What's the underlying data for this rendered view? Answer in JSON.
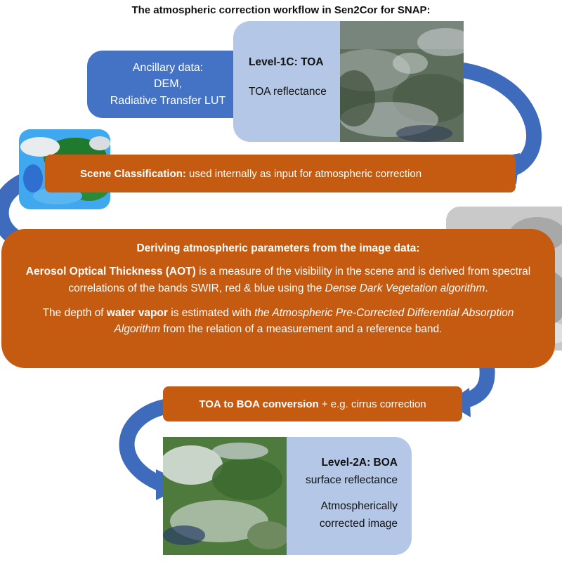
{
  "title": "The atmospheric correction workflow in Sen2Cor for SNAP:",
  "ancillary": {
    "line1": "Ancillary data:",
    "line2": "DEM,",
    "line3": "Radiative Transfer LUT"
  },
  "level1c": {
    "heading": "Level-1C: TOA",
    "text": "TOA reflectance"
  },
  "scene_classification": {
    "bold": "Scene Classification:",
    "rest": " used internally as input for atmospheric correction"
  },
  "deriving": {
    "heading": "Deriving atmospheric parameters from the image data:",
    "aot_bold": "Aerosol Optical Thickness (AOT)",
    "aot_text": " is a measure of the visibility in the scene and is derived from spectral correlations of the bands SWIR, red & blue using the ",
    "aot_italic": "Dense Dark Vegetation algorithm",
    "aot_end": ".",
    "wv_pre": "The depth of ",
    "wv_bold": "water vapor",
    "wv_mid": " is estimated with ",
    "wv_italic": "the Atmospheric Pre-Corrected Differential Absorption Algorithm",
    "wv_end": " from the relation of a measurement and a reference band."
  },
  "toa_boa": {
    "bold": "TOA to BOA conversion",
    "rest": " + e.g. cirrus correction"
  },
  "level2a": {
    "heading": "Level-2A: BOA",
    "text": "surface reflectance",
    "line1": "Atmospherically",
    "line2": "corrected image"
  },
  "colors": {
    "blue_box": "#4472c4",
    "light_box": "#b4c7e7",
    "orange_box": "#c55a11",
    "arrow_blue": "#4472c4"
  }
}
